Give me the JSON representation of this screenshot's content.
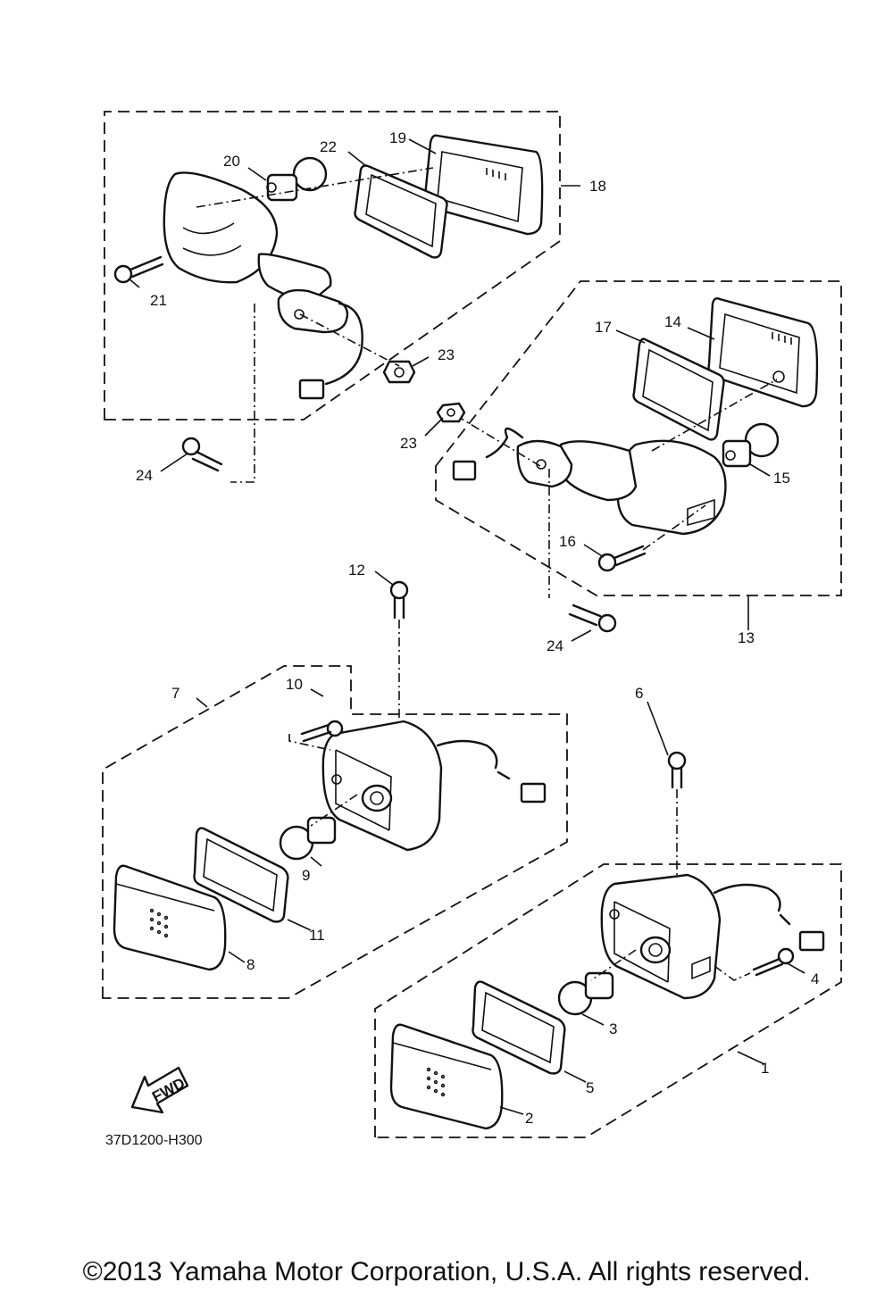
{
  "diagram_code": "37D1200-H300",
  "copyright": "©2013 Yamaha Motor Corporation, U.S.A. All rights reserved.",
  "fwd_arrow_label": "FWD",
  "callouts": [
    {
      "id": "c1",
      "label": "1"
    },
    {
      "id": "c2",
      "label": "2"
    },
    {
      "id": "c3",
      "label": "3"
    },
    {
      "id": "c4",
      "label": "4"
    },
    {
      "id": "c5",
      "label": "5"
    },
    {
      "id": "c6",
      "label": "6"
    },
    {
      "id": "c7",
      "label": "7"
    },
    {
      "id": "c8",
      "label": "8"
    },
    {
      "id": "c9",
      "label": "9"
    },
    {
      "id": "c10",
      "label": "10"
    },
    {
      "id": "c11",
      "label": "11"
    },
    {
      "id": "c12",
      "label": "12"
    },
    {
      "id": "c13",
      "label": "13"
    },
    {
      "id": "c14",
      "label": "14"
    },
    {
      "id": "c15",
      "label": "15"
    },
    {
      "id": "c16",
      "label": "16"
    },
    {
      "id": "c17",
      "label": "17"
    },
    {
      "id": "c18",
      "label": "18"
    },
    {
      "id": "c19",
      "label": "19"
    },
    {
      "id": "c20",
      "label": "20"
    },
    {
      "id": "c21",
      "label": "21"
    },
    {
      "id": "c22",
      "label": "22"
    },
    {
      "id": "c23a",
      "label": "23"
    },
    {
      "id": "c23b",
      "label": "23"
    },
    {
      "id": "c24a",
      "label": "24"
    },
    {
      "id": "c24b",
      "label": "24"
    }
  ]
}
